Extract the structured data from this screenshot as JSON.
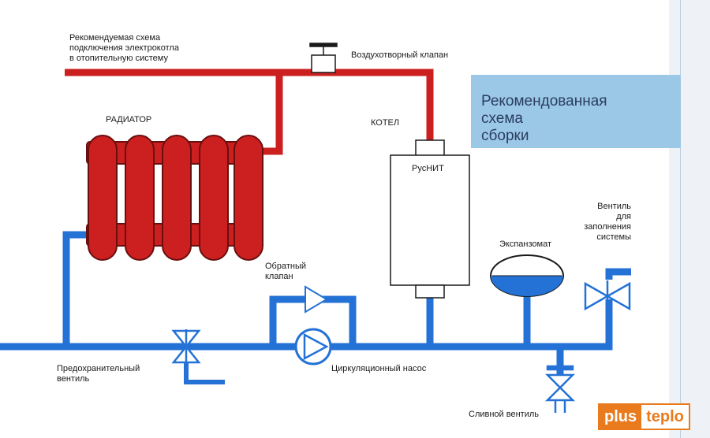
{
  "labels": {
    "caption": "Рекомендуемая схема\nподключения электрокотла\nв отопительную систему",
    "air_valve": "Воздухотворный клапан",
    "radiator": "РАДИАТОР",
    "boiler_title": "КОТЕЛ",
    "boiler_brand": "РусНИТ",
    "check_valve": "Обратный\nклапан",
    "expansion_tank": "Экспанзомат",
    "fill_valve": "Вентиль\nдля\nзаполнения\nсистемы",
    "safety_valve": "Предохранительный\nвентиль",
    "circulation_pump": "Циркуляционный насос",
    "drain_valve": "Сливной вентиль"
  },
  "banner": {
    "text": "Рекомендованная\nсхема\nсборки"
  },
  "logo": {
    "part1": "plus",
    "part2": "teplo"
  },
  "colors": {
    "hot_pipe": "#cc1f1f",
    "cold_pipe": "#2472d6",
    "banner_bg": "#9cc8e8",
    "logo_orange": "#e97b1e"
  }
}
